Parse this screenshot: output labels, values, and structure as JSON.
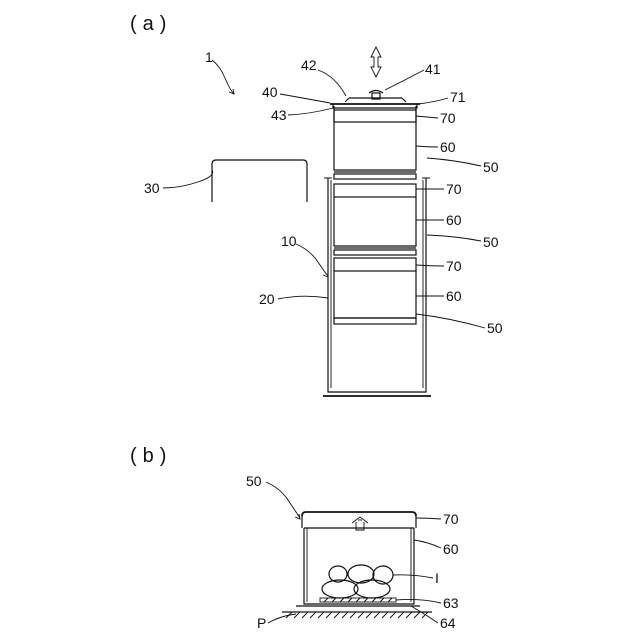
{
  "figure_a": {
    "caption": "(a)",
    "labels": {
      "n1": "1",
      "n42": "42",
      "n41": "41",
      "n40": "40",
      "n71": "71",
      "n43": "43",
      "n70a": "70",
      "n60a": "60",
      "n50a": "50",
      "n30": "30",
      "n70b": "70",
      "n60b": "60",
      "n50b": "50",
      "n10": "10",
      "n70c": "70",
      "n20": "20",
      "n60c": "60",
      "n50c": "50"
    }
  },
  "figure_b": {
    "caption": "(b)",
    "labels": {
      "n50": "50",
      "n70": "70",
      "n60": "60",
      "nI": "I",
      "n63": "63",
      "nP": "P",
      "n64": "64"
    }
  }
}
